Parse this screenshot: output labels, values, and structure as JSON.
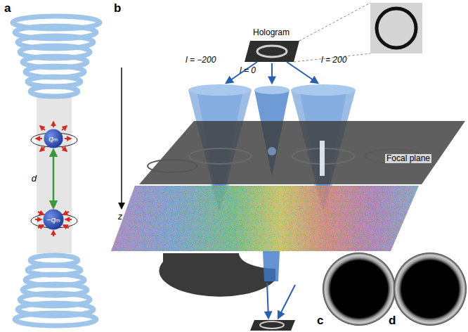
{
  "diagram": {
    "nodes": [
      {
        "text": [
          "qₘ"
        ]
      },
      {
        "text": [
          "−qₘ"
        ]
      }
    ],
    "edges": [
      {
        "from": 0,
        "to": 1,
        "label": "d",
        "arrow": "both"
      }
    ],
    "labels": [
      "a",
      "b",
      "c",
      "d",
      "Hologram",
      "l = −200",
      "l = 0",
      "l = 200",
      "Focal plane",
      "z"
    ]
  }
}
